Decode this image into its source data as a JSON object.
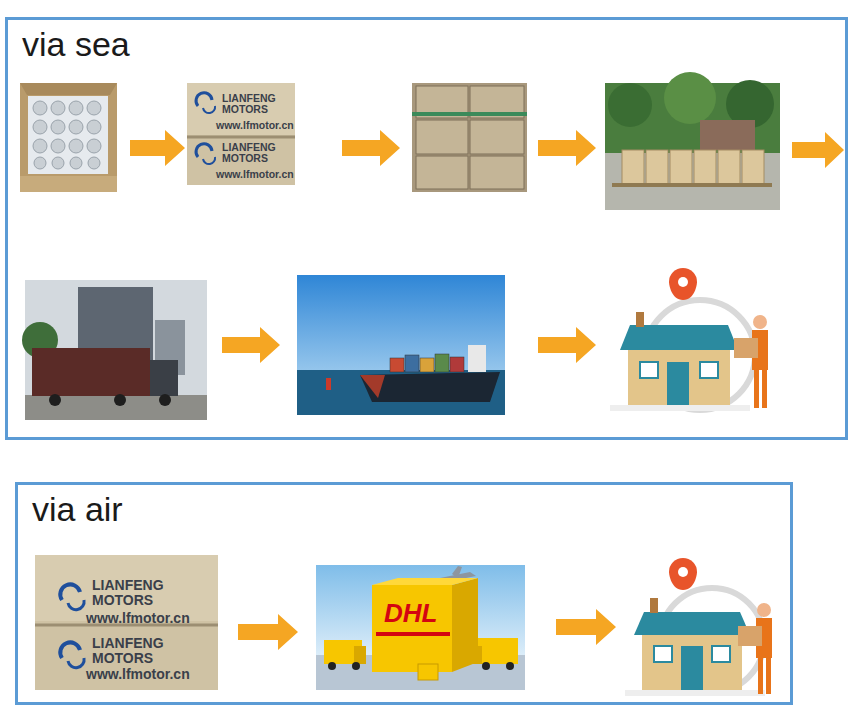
{
  "diagram": {
    "nodes": [
      {
        "text": [
          "via sea"
        ]
      },
      {
        "text": [
          "via air"
        ]
      }
    ],
    "labels": [
      "LIANFENG MOTORS",
      "www.lfmotor.cn",
      "LIANFENG MOTORS",
      "www.lfmotor.cn",
      "LIANFENG MOTORS",
      "www.lfmotor.cn",
      "LIANFENG MOTORS",
      "www.lfmotor.cn",
      "DHL"
    ]
  }
}
